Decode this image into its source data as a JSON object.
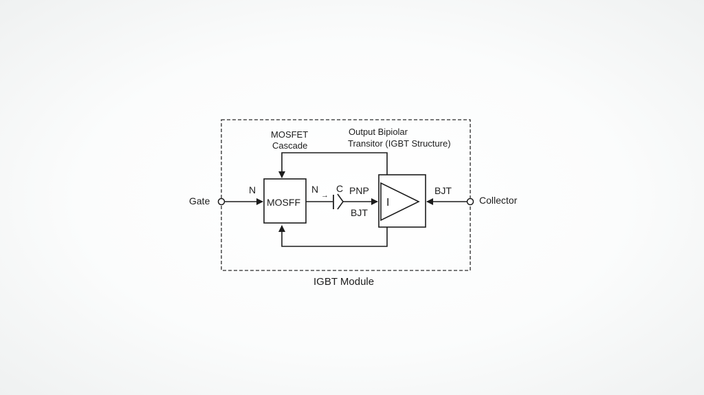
{
  "diagram": {
    "module_label": "IGBT Module",
    "mosfet_cascade_line1": "MOSFET",
    "mosfet_cascade_line2": "Cascade",
    "output_line1": "Output Bipiolar",
    "output_line2": "Transitor (IGBT Structure)",
    "gate_label": "Gate",
    "collector_label": "Collector",
    "n_input_label": "N",
    "mosfet_block_label": "MOSFF",
    "n_output_label": "N",
    "arrow_glyph": "→",
    "c_label": "C",
    "pnp_label": "PNP",
    "bjt_bottom_label": "BJT",
    "bjt_right_label": "BJT",
    "amp_symbol_label": "I"
  },
  "colors": {
    "line": "#1c1c1c",
    "block_fill": "#ffffff",
    "background": "#f4f5f5"
  }
}
